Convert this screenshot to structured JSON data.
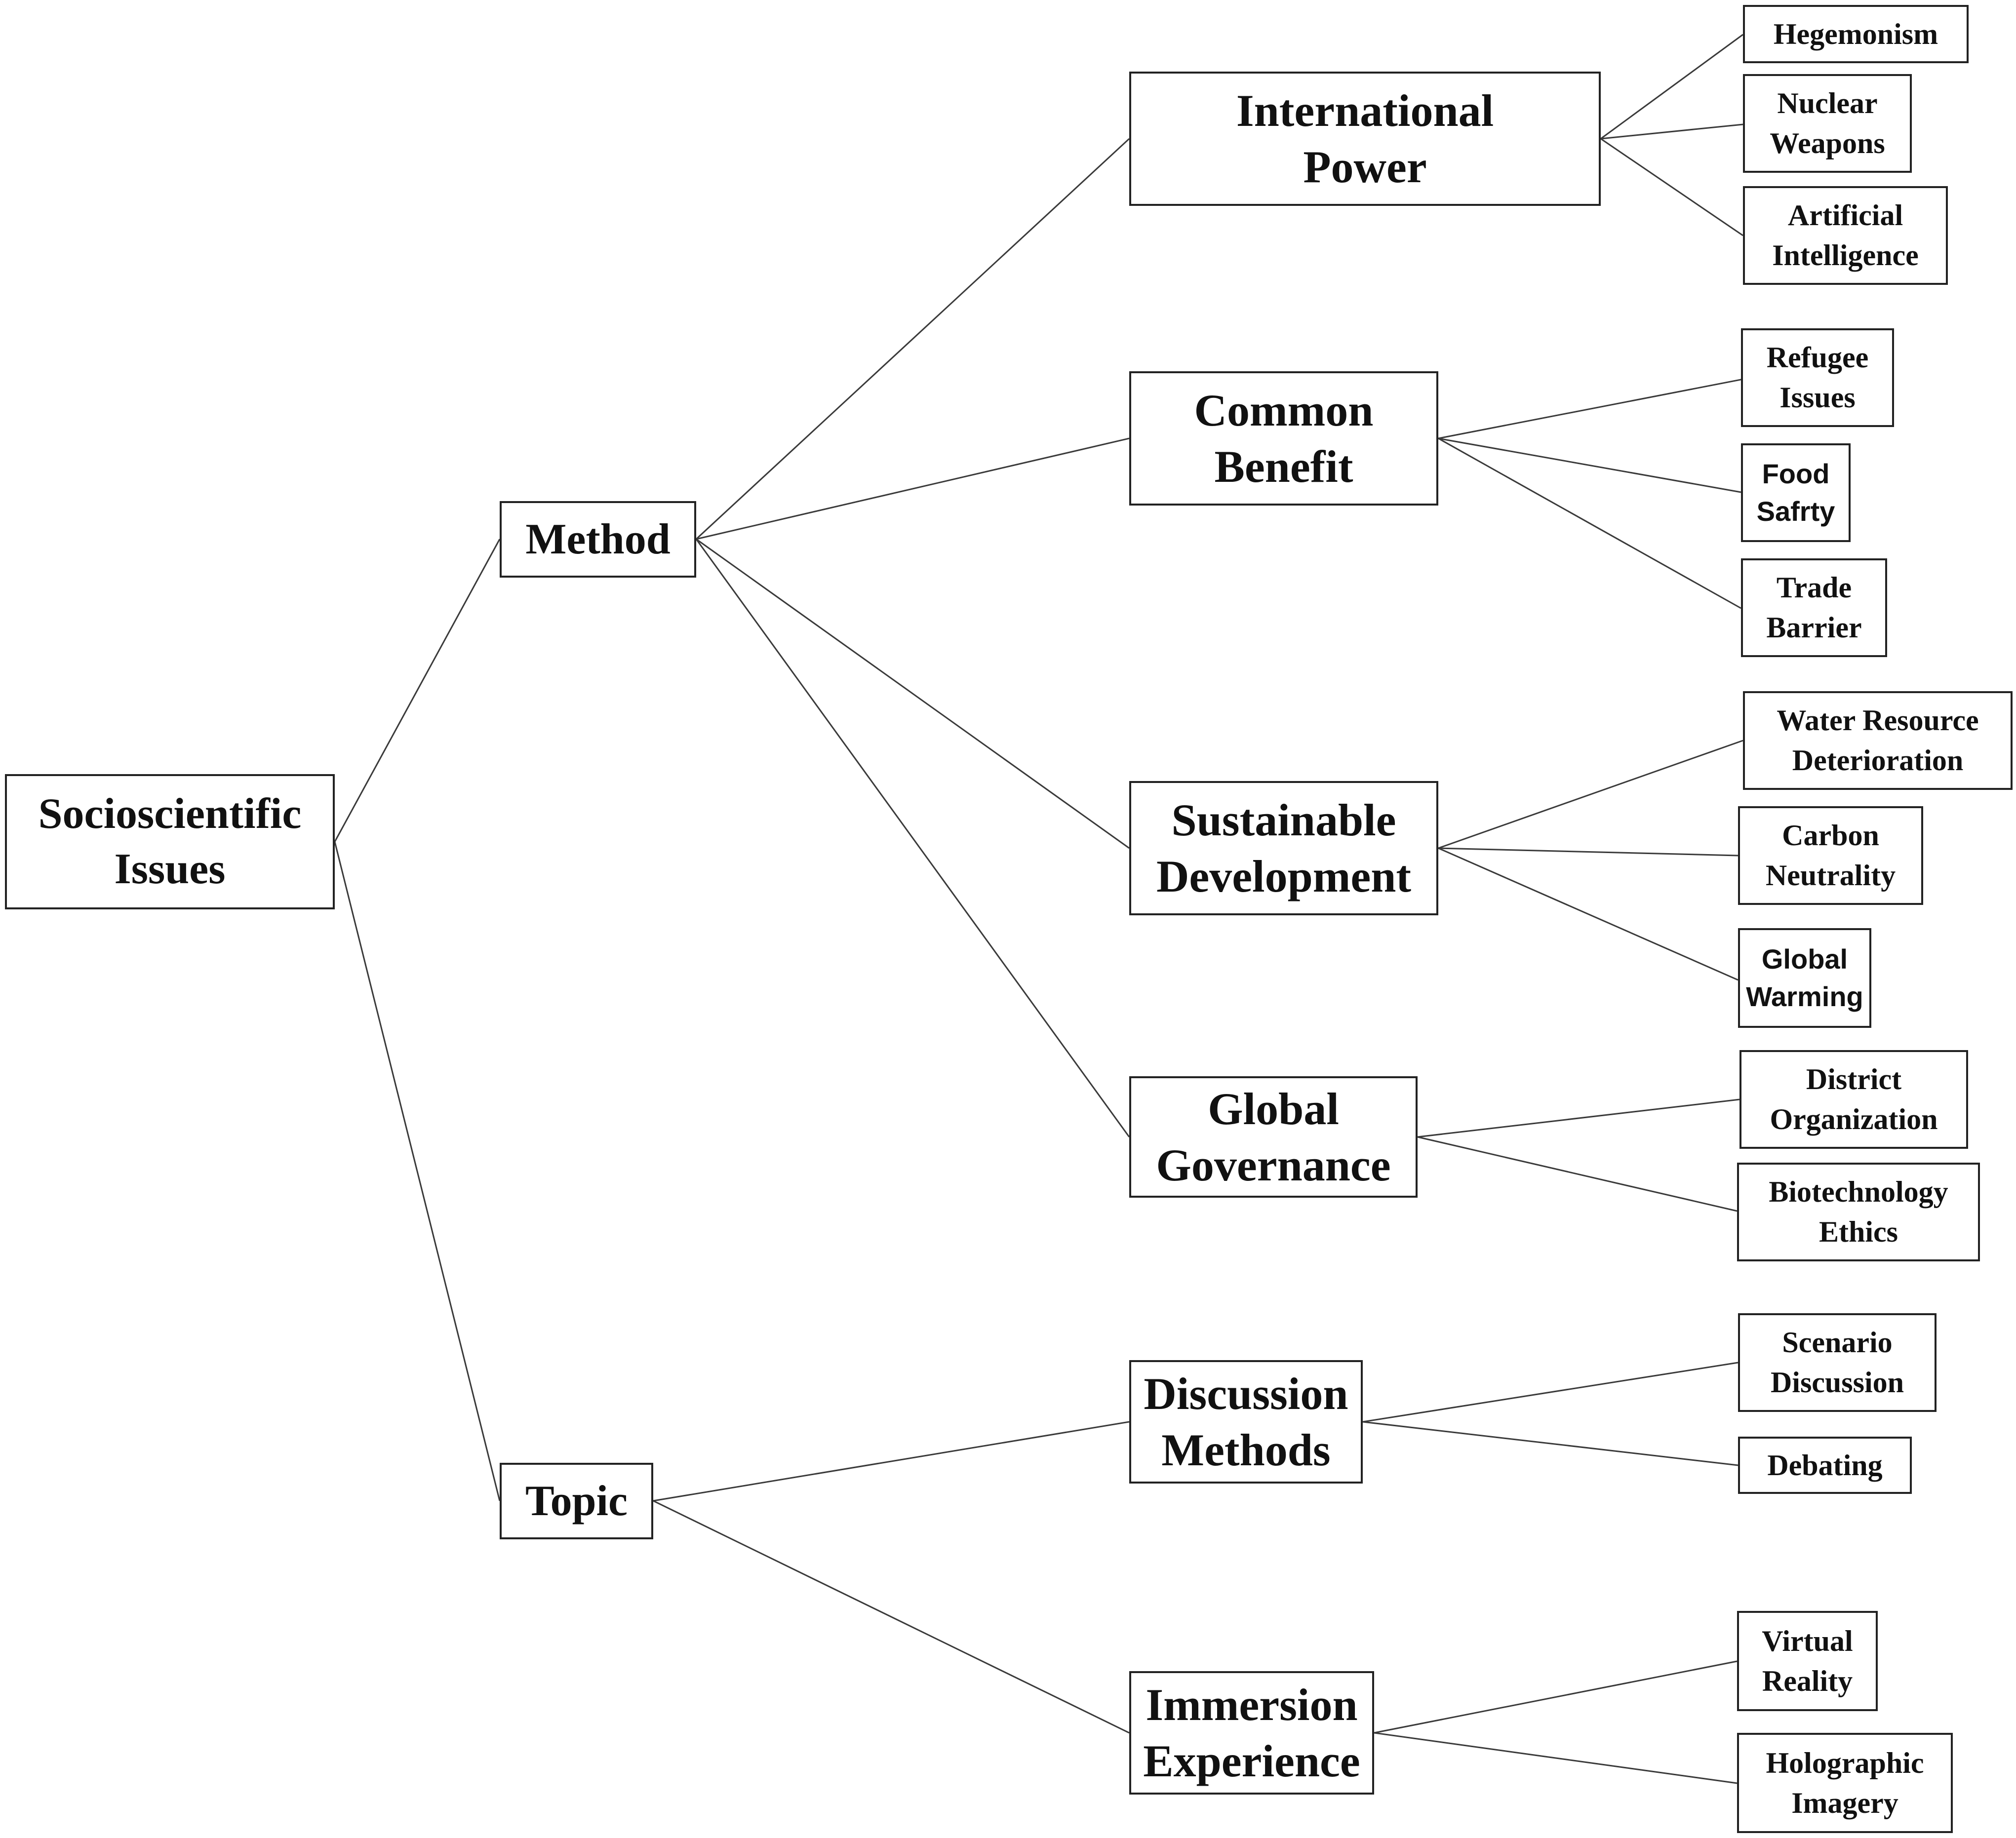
{
  "root": {
    "label": "Socioscientific\nIssues"
  },
  "method": {
    "label": "Method"
  },
  "topic": {
    "label": "Topic"
  },
  "international_power": {
    "label": "International\nPower",
    "children": [
      "Hegemonism",
      "Nuclear\nWeapons",
      "Artificial\nIntelligence"
    ]
  },
  "common_benefit": {
    "label": "Common\nBenefit",
    "children": [
      "Refugee\nIssues",
      "Food\nSafrty",
      "Trade\nBarrier"
    ]
  },
  "sustainable_development": {
    "label": "Sustainable\nDevelopment",
    "children": [
      "Water Resource\nDeterioration",
      "Carbon\nNeutrality",
      "Global\nWarming"
    ]
  },
  "global_governance": {
    "label": "Global\nGovernance",
    "children": [
      "District\nOrganization",
      "Biotechnology\nEthics"
    ]
  },
  "discussion_methods": {
    "label": "Discussion\nMethods",
    "children": [
      "Scenario\nDiscussion",
      "Debating"
    ]
  },
  "immersion_experience": {
    "label": "Immersion\nExperience",
    "children": [
      "Virtual\nReality",
      "Holographic\nImagery"
    ]
  }
}
